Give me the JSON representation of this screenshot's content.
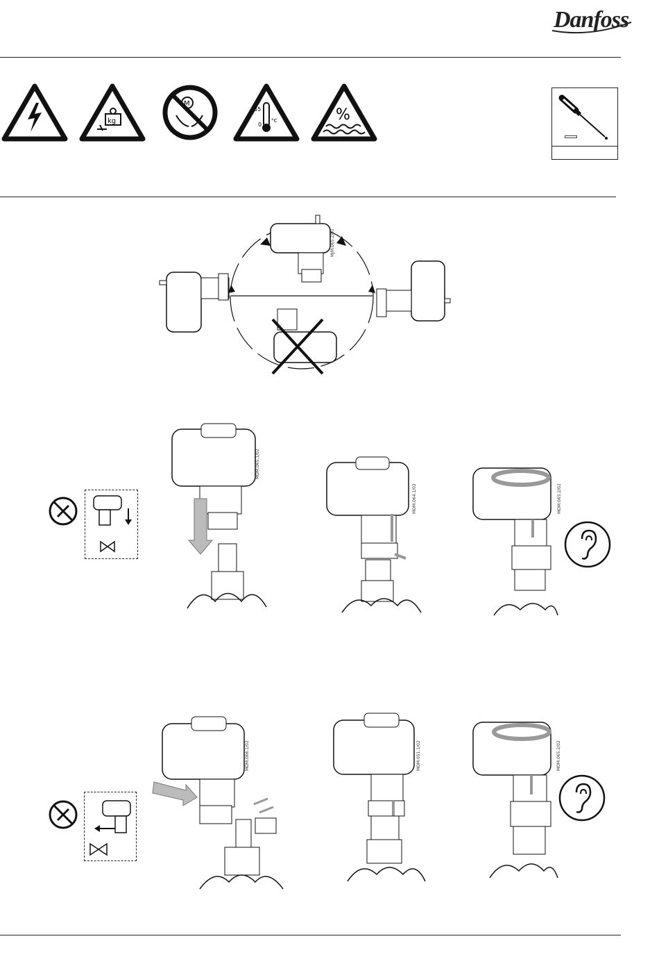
{
  "brand": {
    "logo_text": "Danfoss"
  },
  "warnings": [
    {
      "icon": "electric-shock-warning-icon"
    },
    {
      "icon": "heavy-load-warning-icon",
      "label": "kg"
    },
    {
      "icon": "no-manual-handling-icon",
      "label": "M"
    },
    {
      "icon": "temperature-warning-icon",
      "max": "55",
      "min": "0",
      "unit": "°C"
    },
    {
      "icon": "humidity-warning-icon",
      "label": "%"
    }
  ],
  "tool": {
    "icon": "screwdriver-icon"
  },
  "orientation": {
    "code": "MJM.065.2/01"
  },
  "install_sequence_1": {
    "codes": [
      "MOM.065.1/02",
      "MOM.064.1/02",
      "MOM.065.2/02"
    ]
  },
  "install_sequence_2": {
    "codes": [
      "MOM.066.1/02",
      "MOM.051.1/02",
      "MOM.065.2/02"
    ]
  }
}
